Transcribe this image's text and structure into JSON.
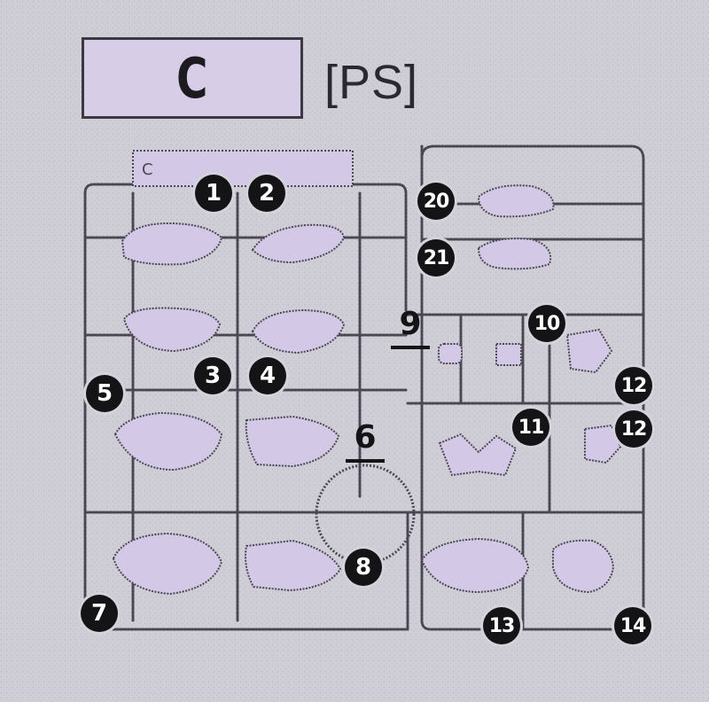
{
  "sheet": {
    "runner_letter": "C",
    "material": "[PS]",
    "tab_letter": "C"
  },
  "parts": [
    {
      "id": "p1",
      "label": "1"
    },
    {
      "id": "p2",
      "label": "2"
    },
    {
      "id": "p3",
      "label": "3"
    },
    {
      "id": "p4",
      "label": "4"
    },
    {
      "id": "p5",
      "label": "5"
    },
    {
      "id": "p6",
      "label": "6"
    },
    {
      "id": "p7",
      "label": "7"
    },
    {
      "id": "p8",
      "label": "8"
    },
    {
      "id": "p9",
      "label": "9"
    },
    {
      "id": "p10",
      "label": "10"
    },
    {
      "id": "p11",
      "label": "11"
    },
    {
      "id": "p12a",
      "label": "12"
    },
    {
      "id": "p12b",
      "label": "12"
    },
    {
      "id": "p13",
      "label": "13"
    },
    {
      "id": "p14",
      "label": "14"
    },
    {
      "id": "p20",
      "label": "20"
    },
    {
      "id": "p21",
      "label": "21"
    }
  ],
  "colors": {
    "background": "#cfcdd6",
    "part_fill": "#d3c8e6",
    "runner_line": "#4a4752",
    "label_circle": "#141316"
  }
}
